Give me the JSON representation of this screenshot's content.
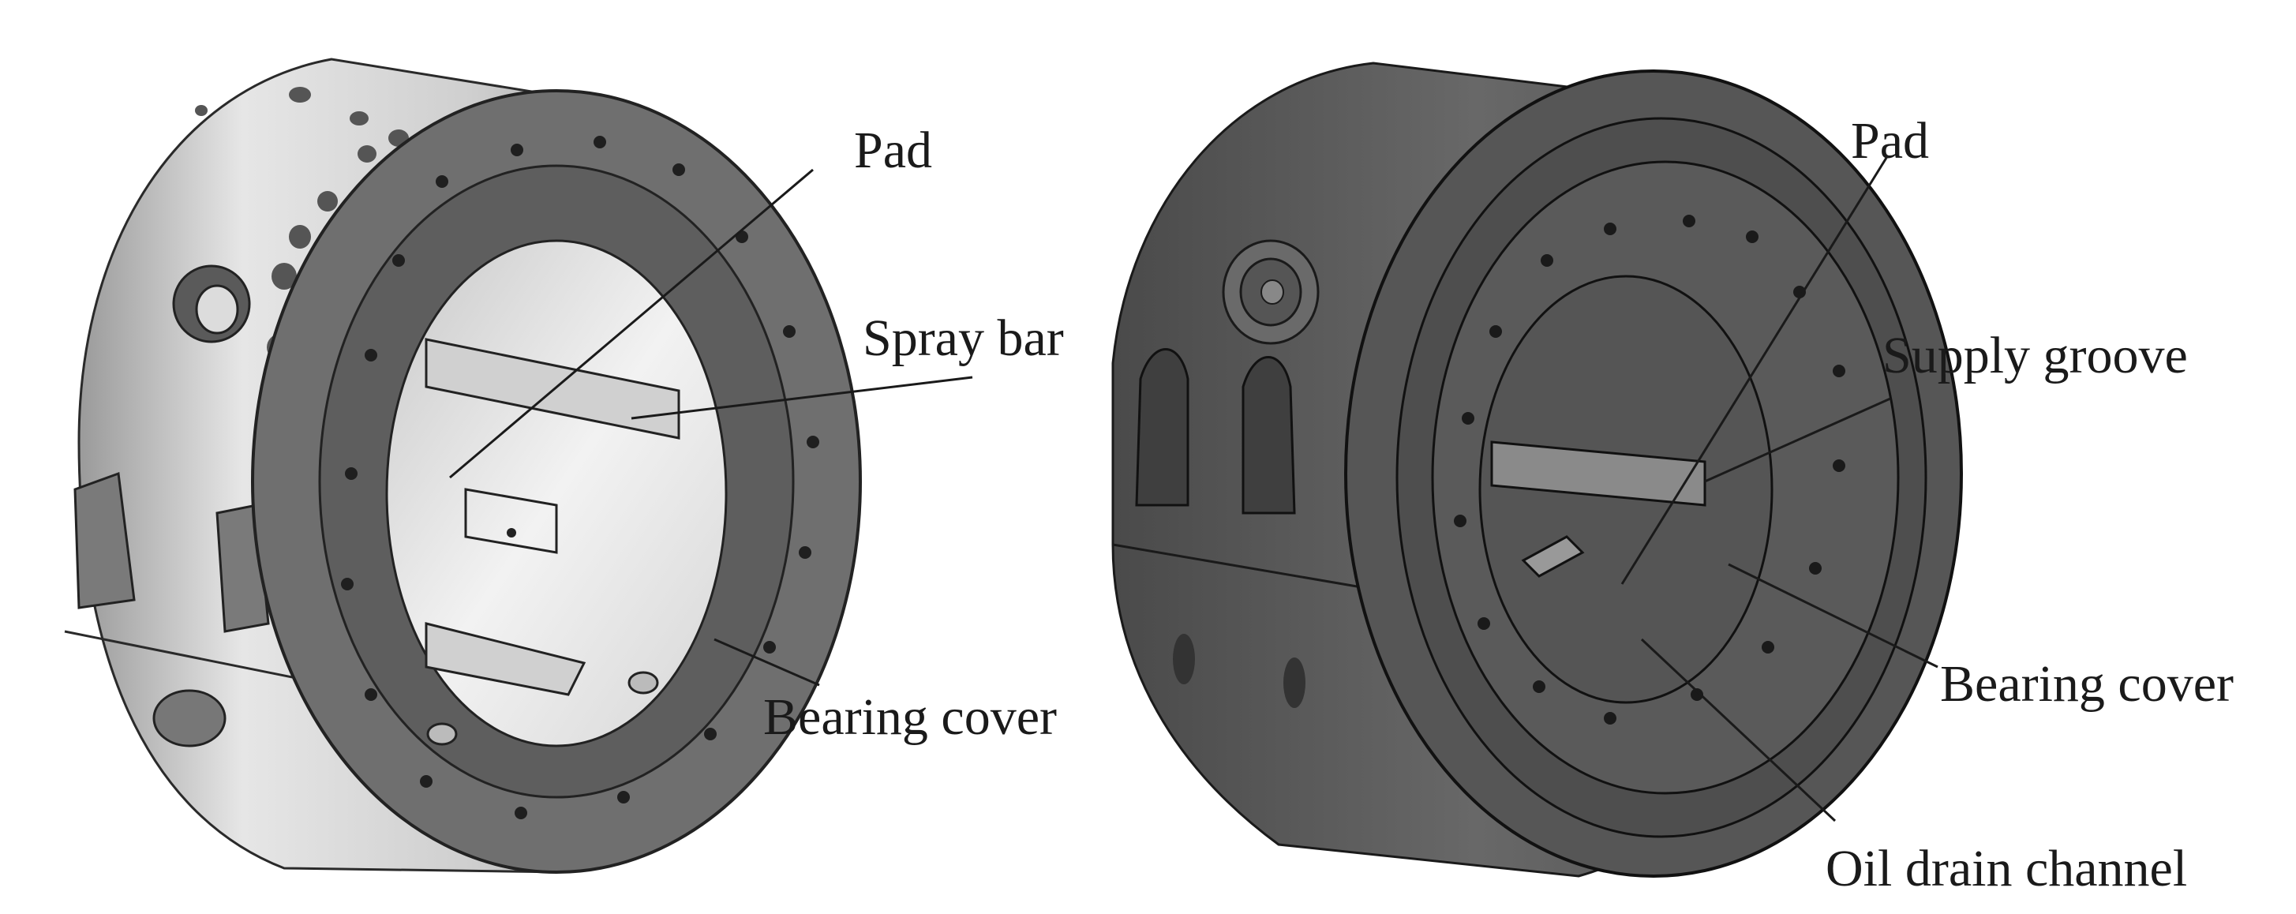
{
  "figure": {
    "left_view": {
      "labels": {
        "pad": "Pad",
        "spray_bar": "Spray bar",
        "bearing_cover": "Bearing cover"
      }
    },
    "right_view": {
      "labels": {
        "pad": "Pad",
        "supply_groove": "Supply groove",
        "bearing_cover": "Bearing cover",
        "oil_drain_channel": "Oil drain channel"
      }
    }
  },
  "colors": {
    "left_housing_light": "#d9d9d9",
    "left_housing_mid": "#a8a8a8",
    "left_face": "#6e6e6e",
    "right_housing": "#5c5c5c",
    "right_face": "#4a4a4a",
    "bore_light": "#e8e8e8",
    "ink": "#1a1a1a"
  }
}
